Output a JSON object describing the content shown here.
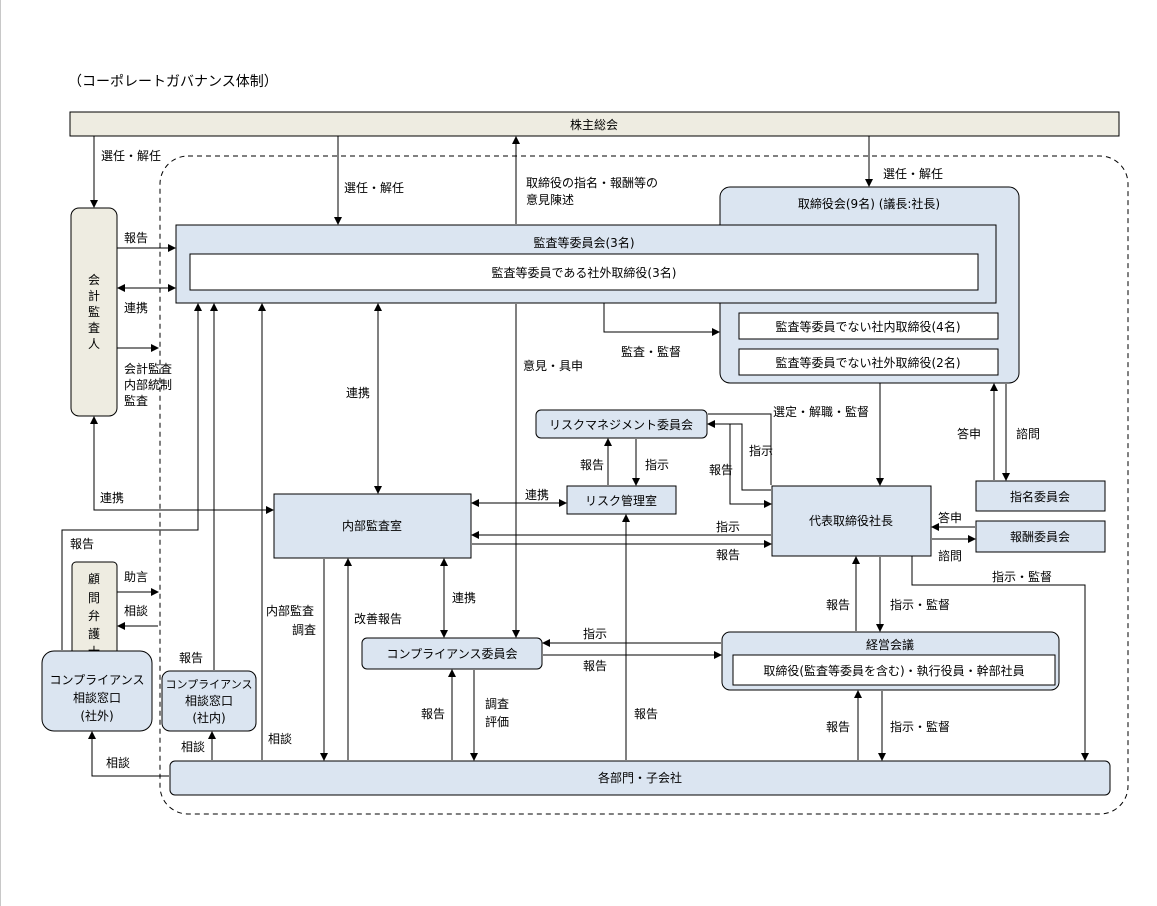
{
  "title": "（コーポレートガバナンス体制）",
  "boxes": {
    "shareholders": "株主総会",
    "accountant": "会計監査人",
    "audit_committee": "監査等委員会(3名)",
    "audit_members": "監査等委員である社外取締役(3名)",
    "board": "取締役会(9名) (議長:社長)",
    "board_internal": "監査等委員でない社内取締役(4名)",
    "board_external": "監査等委員でない社外取締役(2名)",
    "risk_committee": "リスクマネジメント委員会",
    "risk_office": "リスク管理室",
    "internal_audit": "内部監査室",
    "president": "代表取締役社長",
    "nomination": "指名委員会",
    "remuneration": "報酬委員会",
    "advisor_lawyer": "顧問弁護士",
    "compliance_external_line1": "コンプライアンス",
    "compliance_external_line2": "相談窓口",
    "compliance_external_line3": "(社外)",
    "compliance_internal_line1": "コンプライアンス",
    "compliance_internal_line2": "相談窓口",
    "compliance_internal_line3": "(社内)",
    "compliance_committee": "コンプライアンス委員会",
    "management_meeting": "経営会議",
    "management_members": "取締役(監査等委員を含む)・執行役員・幹部社員",
    "departments": "各部門・子会社"
  },
  "labels": {
    "appoint_dismiss_left": "選任・解任",
    "appoint_dismiss_mid": "選任・解任",
    "appoint_dismiss_right": "選任・解任",
    "opinion_line1": "取締役の指名・報酬等の",
    "opinion_line2": "意見陳述",
    "report_acct": "報告",
    "coop_acct": "連携",
    "acct_audit_line1": "会計監査",
    "acct_audit_line2": "内部統制",
    "acct_audit_line3": "監査",
    "audit_supervise": "監査・監督",
    "opinion_advice": "意見・具申",
    "coop_audit_internal": "連携",
    "select_dismiss_supervise": "選定・解職・監督",
    "answer": "答申",
    "consult": "諮問",
    "answer2": "答申",
    "consult2": "諮問",
    "report_risk_up": "報告",
    "instruct_risk_down": "指示",
    "report_pres_risk": "報告",
    "instruct_pres_risk": "指示",
    "coop_acct_internal": "連携",
    "coop_risk": "連携",
    "instruct_pres_internal": "指示",
    "report_internal_pres": "報告",
    "instruct_supervise_right": "指示・監督",
    "report_lawyer": "報告",
    "advice": "助言",
    "consultation": "相談",
    "internal_audit_line1": "内部監査",
    "internal_audit_line2": "調査",
    "improve_report": "改善報告",
    "coop_compliance": "連携",
    "instruct_compliance": "指示",
    "report_compliance": "報告",
    "report_mgmt_pres": "報告",
    "instruct_supervise_mgmt": "指示・監督",
    "report_internal_window": "報告",
    "consult_internal_window": "相談",
    "consult_departments": "相談",
    "consult_external": "相談",
    "report_dept_compliance": "報告",
    "investigate_line1": "調査",
    "investigate_line2": "評価",
    "report_dept_risk": "報告",
    "report_dept_mgmt": "報告",
    "instruct_supervise_dept": "指示・監督"
  },
  "colors": {
    "box_fill": "#dbe5f1",
    "shareholder_fill": "#eeece1",
    "line": "#000000"
  }
}
